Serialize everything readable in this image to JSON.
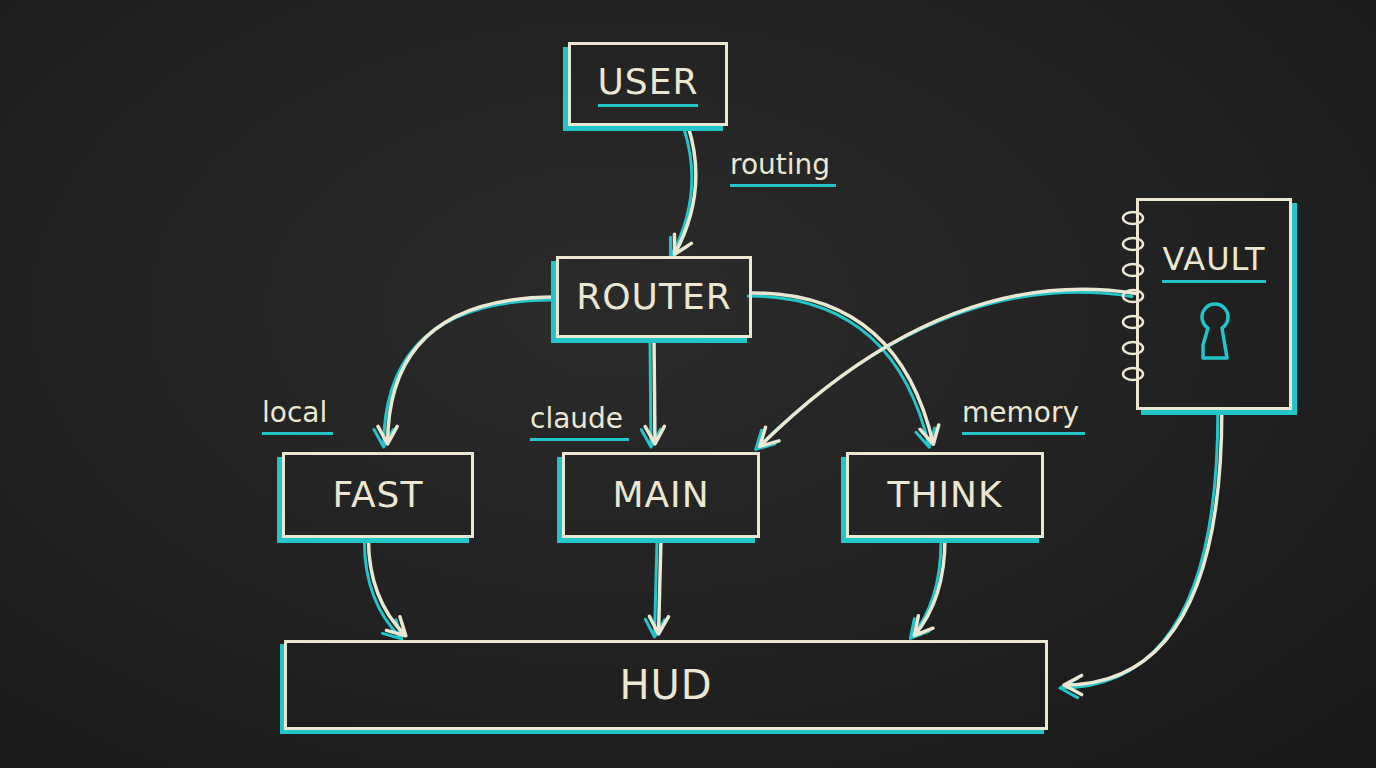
{
  "diagram": {
    "nodes": [
      {
        "text": [
          "USER"
        ]
      },
      {
        "text": [
          "ROUTER"
        ]
      },
      {
        "text": [
          "VAULT"
        ]
      },
      {
        "text": [
          "FAST"
        ]
      },
      {
        "text": [
          "MAIN"
        ]
      },
      {
        "text": [
          "THINK"
        ]
      },
      {
        "text": [
          "HUD"
        ]
      }
    ],
    "edges": [
      {
        "from": 0,
        "to": 1,
        "label": "routing",
        "arrow": "to"
      },
      {
        "from": 1,
        "to": 3,
        "label": "local",
        "arrow": "to"
      },
      {
        "from": 1,
        "to": 4,
        "label": "claude",
        "arrow": "to"
      },
      {
        "from": 1,
        "to": 5,
        "label": "memory",
        "arrow": "to"
      },
      {
        "from": 2,
        "to": 4,
        "arrow": "to"
      },
      {
        "from": 3,
        "to": 6,
        "arrow": "to"
      },
      {
        "from": 4,
        "to": 6,
        "arrow": "to"
      },
      {
        "from": 5,
        "to": 6,
        "arrow": "to"
      },
      {
        "from": 2,
        "to": 6,
        "arrow": "to"
      }
    ]
  }
}
